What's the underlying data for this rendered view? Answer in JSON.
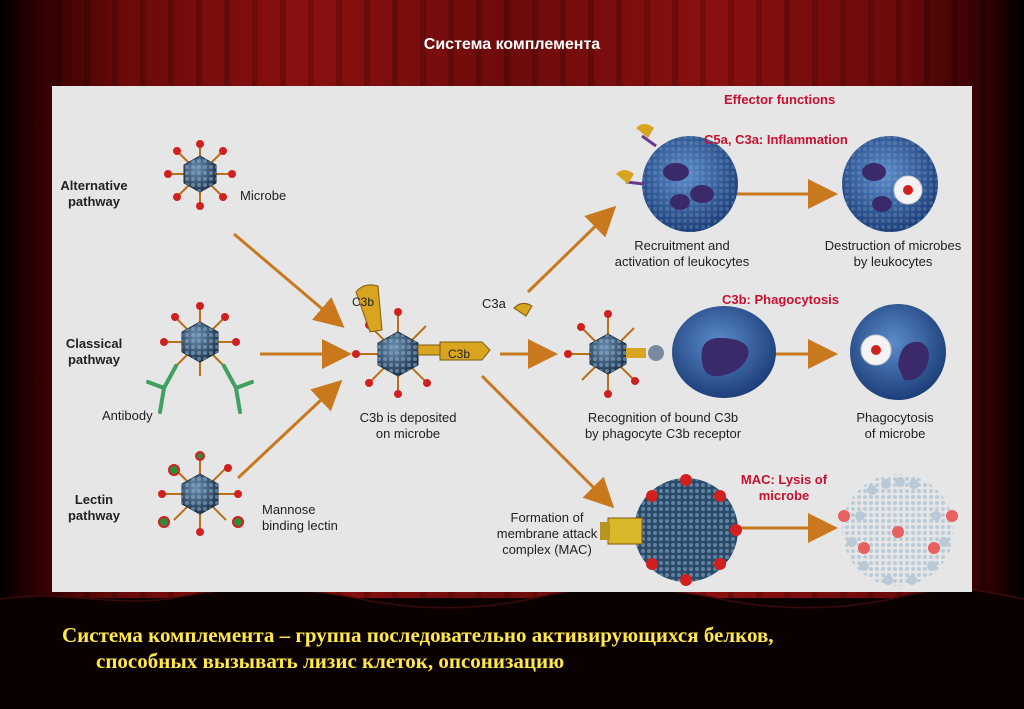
{
  "slide": {
    "title": "Система комплемента",
    "caption_line1": "Система комплемента – группа последовательно активирующихся белков,",
    "caption_line2": "способных вызывать лизис клеток, опсонизацию"
  },
  "pathways": {
    "alternative": "Alternative\npathway",
    "classical": "Classical\npathway",
    "lectin": "Lectin\npathway"
  },
  "labels": {
    "microbe": "Microbe",
    "antibody": "Antibody",
    "mannose": "Mannose\nbinding lectin",
    "c3b_top": "C3b",
    "c3b_side": "C3b",
    "c3a": "C3a",
    "c3b_deposited": "C3b is deposited\non microbe",
    "recruitment": "Recruitment and\nactivation of leukocytes",
    "destruction": "Destruction of microbes\nby leukocytes",
    "recognition": "Recognition of bound C3b\nby phagocyte C3b receptor",
    "phagocytosis": "Phagocytosis\nof microbe",
    "mac_formation": "Formation of\nmembrane attack\ncomplex (MAC)"
  },
  "effectors": {
    "heading": "Effector functions",
    "inflammation": "C5a, C3a: Inflammation",
    "phagocytosis": "C3b: Phagocytosis",
    "lysis": "MAC: Lysis of\nmicrobe"
  },
  "colors": {
    "accent_red": "#c8102e",
    "caption_yellow": "#ffe94a",
    "arrow": "#c9781e",
    "c3b_gold": "#d9a520",
    "cell_blue": "#3a6fb3",
    "nucleus": "#3a2a6a"
  }
}
